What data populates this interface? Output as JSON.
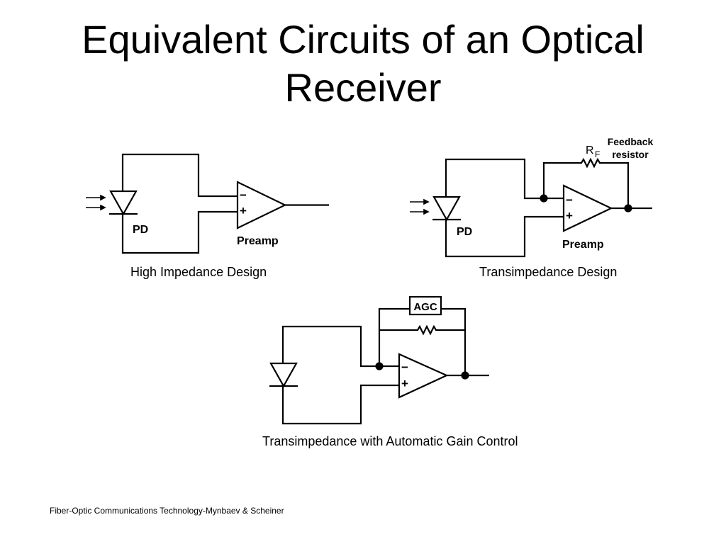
{
  "slide": {
    "title_line1": "Equivalent Circuits of an Optical",
    "title_line2": "Receiver"
  },
  "circuits": {
    "high_impedance": {
      "pd_label": "PD",
      "amp_label": "Preamp",
      "caption": "High Impedance Design"
    },
    "transimpedance": {
      "pd_label": "PD",
      "amp_label": "Preamp",
      "rf_label": "R",
      "rf_subscript": "F",
      "feedback_line1": "Feedback",
      "feedback_line2": "resistor",
      "caption": "Transimpedance Design"
    },
    "agc": {
      "agc_label": "AGC",
      "caption": "Transimpedance with Automatic Gain Control"
    }
  },
  "amp_signs": {
    "minus": "−",
    "plus": "+"
  },
  "footer": "Fiber-Optic Communications Technology-Mynbaev & Scheiner"
}
